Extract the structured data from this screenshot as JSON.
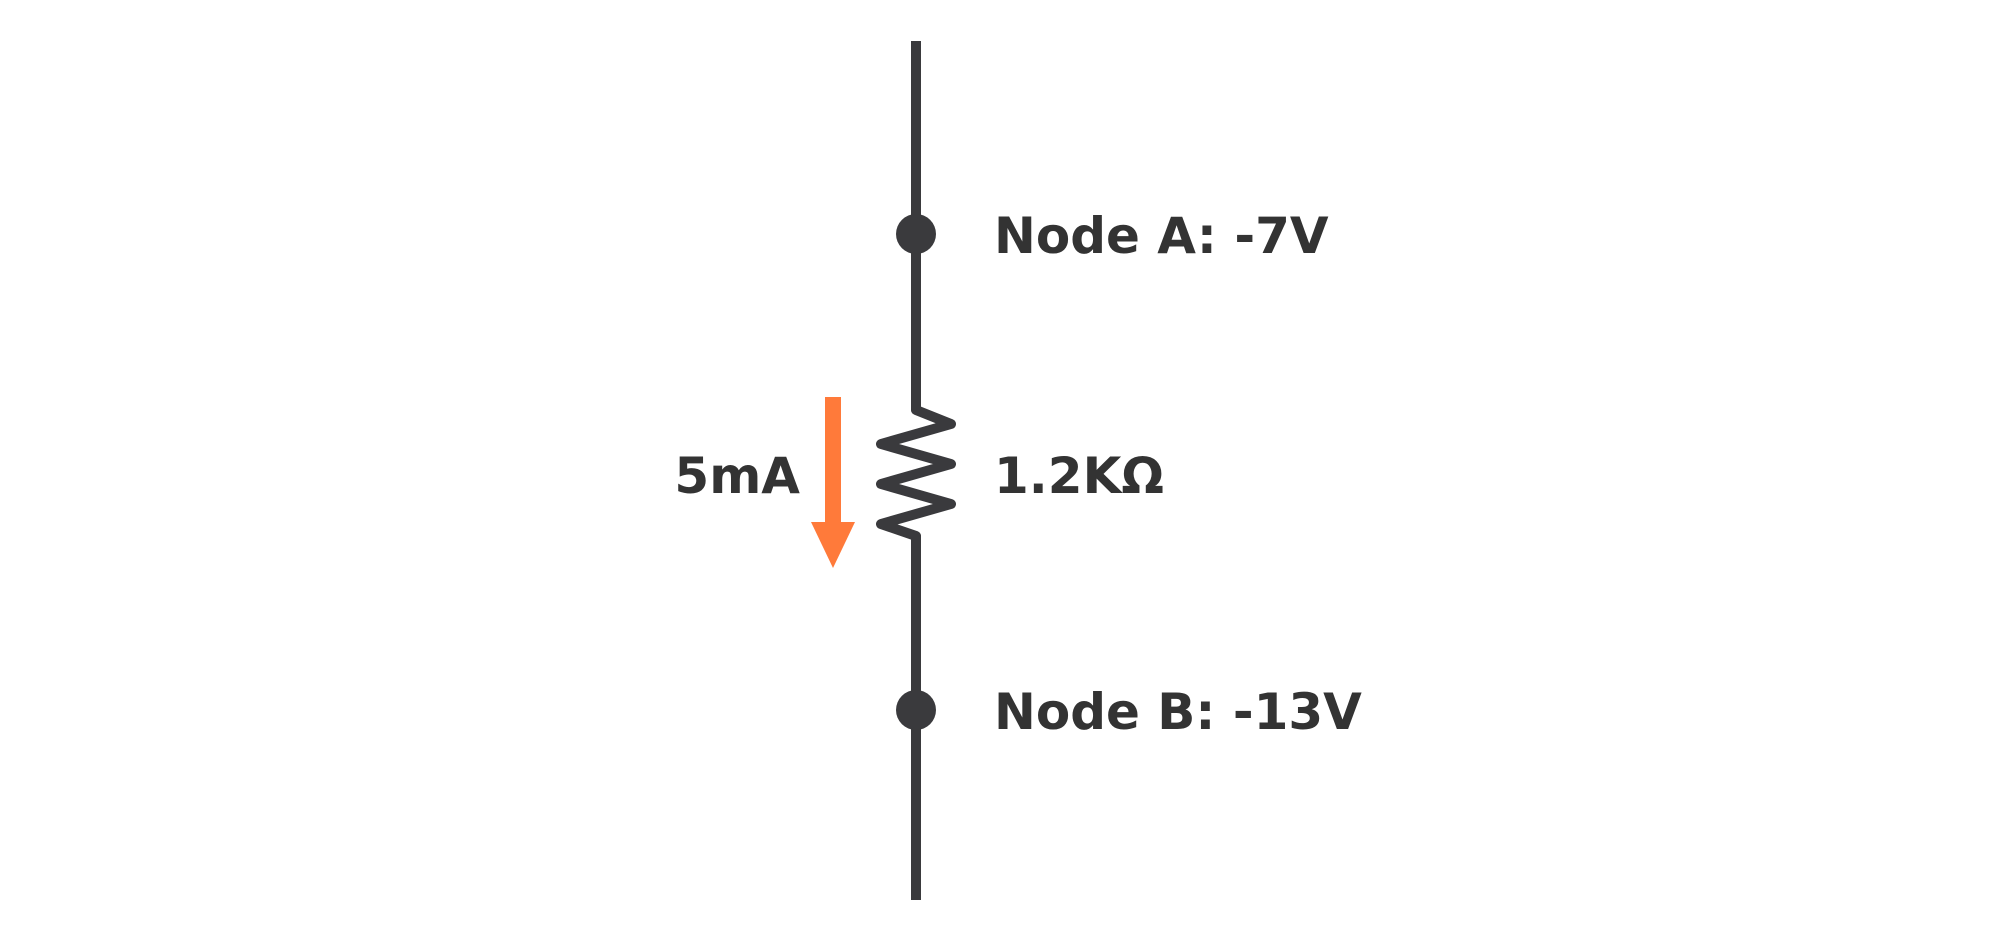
{
  "colors": {
    "wire": "#3a3a3d",
    "current_arrow": "#ff7a3a",
    "text": "#333333"
  },
  "nodes": {
    "a": {
      "label": "Node A: -7V"
    },
    "b": {
      "label": "Node B: -13V"
    }
  },
  "resistor": {
    "label": "1.2KΩ"
  },
  "current": {
    "label": "5mA",
    "direction": "down"
  }
}
